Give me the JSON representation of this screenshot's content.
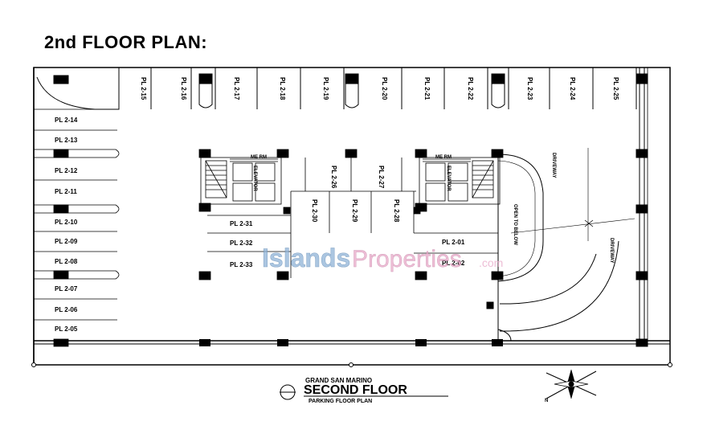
{
  "heading": "2nd FLOOR PLAN:",
  "top_row": [
    "PL 2-15",
    "PL 2-16",
    "PL 2-17",
    "PL 2-18",
    "PL 2-19",
    "PL 2-20",
    "PL 2-21",
    "PL 2-22",
    "PL 2-23",
    "PL 2-24",
    "PL 2-25"
  ],
  "left_column": [
    "PL 2-14",
    "PL 2-13",
    "PL 2-12",
    "PL 2-11",
    "PL 2-10",
    "PL 2-09",
    "PL 2-08",
    "PL 2-07",
    "PL 2-06",
    "PL 2-05"
  ],
  "center_upper": [
    "PL 2-26",
    "PL 2-27"
  ],
  "center_lower": [
    "PL 2-30",
    "PL 2-29",
    "PL 2-28"
  ],
  "center_left_rows": [
    "PL 2-31",
    "PL 2-32",
    "PL 2-33"
  ],
  "center_right_rows": [
    "PL 2-01",
    "PL 2-02"
  ],
  "me_room_label": "ME RM",
  "elevator_label": "ELEVATOR",
  "driveway_label": "DRIVEWAY",
  "open_to_below_label": "OPEN TO BELOW",
  "watermark": {
    "part1": "Islands",
    "part2": "Properties",
    "part3": ".com"
  },
  "title_block": {
    "project": "GRAND SAN MARINO",
    "title": "SECOND FLOOR",
    "subtitle": "PARKING FLOOR PLAN"
  },
  "compass": {
    "north": "N"
  },
  "colors": {
    "line": "#000000",
    "watermark_blue": "#8fb4d8",
    "watermark_pink": "#e8a8c8"
  }
}
